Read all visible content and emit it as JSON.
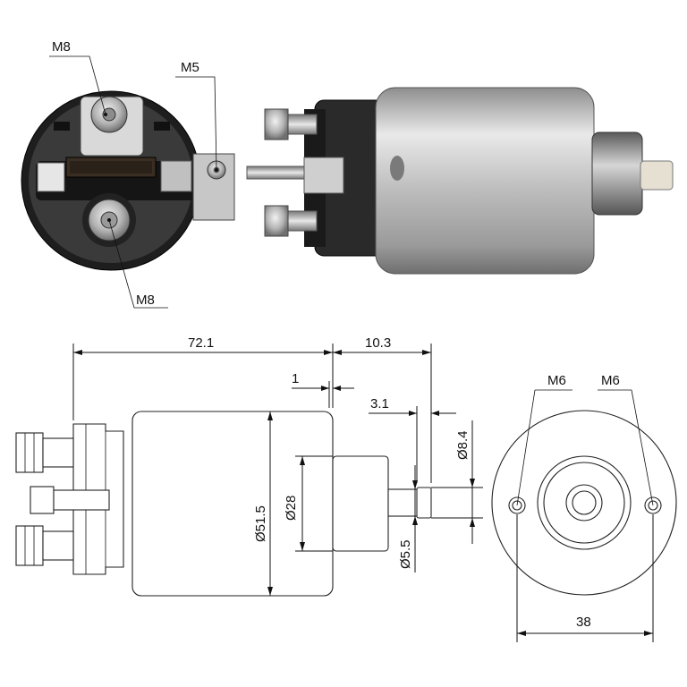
{
  "photo_labels": {
    "top_terminal": "M8",
    "small_terminal": "M5",
    "bottom_terminal": "M8"
  },
  "dimensions": {
    "overall_length": "72.1",
    "plunger_extension": "10.3",
    "flange_offset": "1",
    "tip_length": "3.1",
    "body_diameter": "Ø51.5",
    "boss_diameter": "Ø28",
    "tip_diameter": "Ø8.4",
    "shaft_diameter": "Ø5.5",
    "mount_hole_left": "M6",
    "mount_hole_right": "M6",
    "hole_spacing": "38"
  },
  "colors": {
    "body_metal": "#c9c9c9",
    "dark_cap": "#2b2b2b",
    "copper": "#b08a5a",
    "line": "#111111"
  }
}
